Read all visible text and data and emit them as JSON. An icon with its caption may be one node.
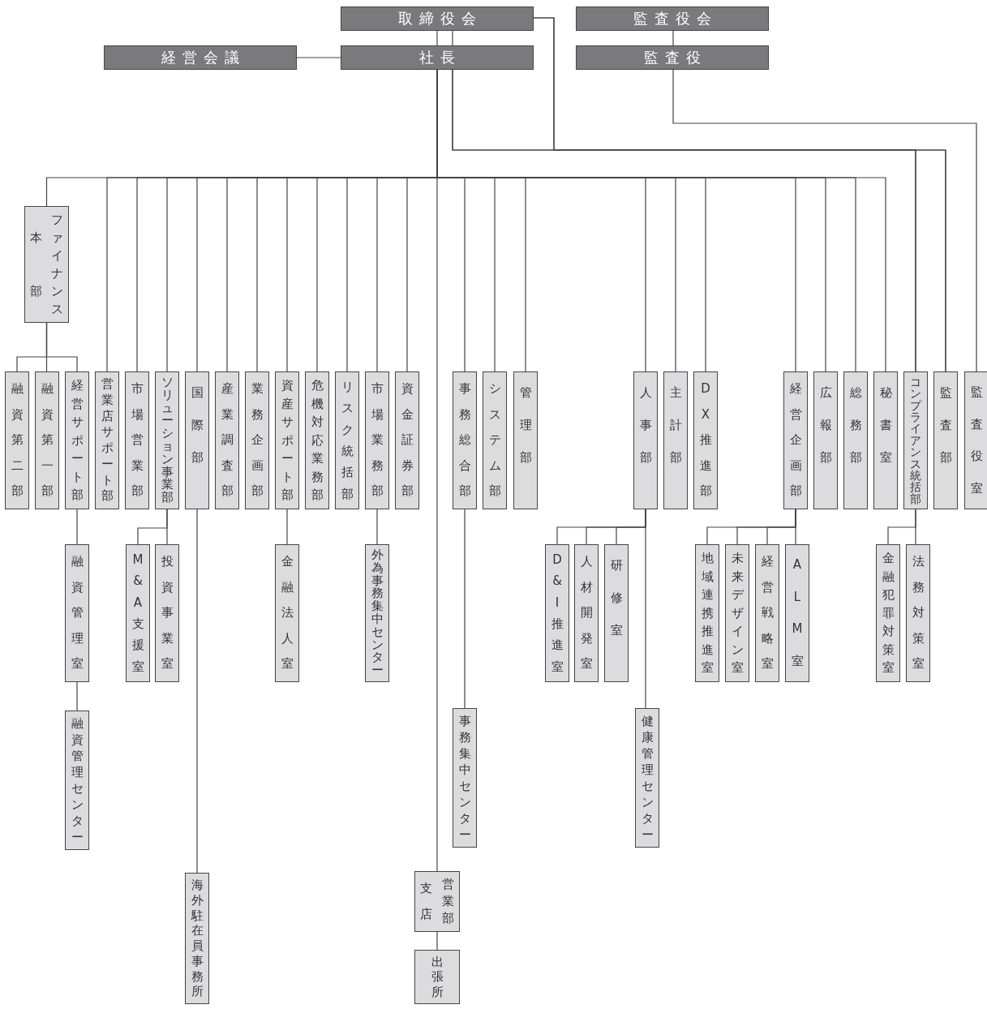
{
  "diagram": {
    "nodes": [
      {
        "text": [
          "取締役会"
        ]
      },
      {
        "text": [
          "監査役会"
        ]
      },
      {
        "text": [
          "経営会議"
        ]
      },
      {
        "text": [
          "社長"
        ]
      },
      {
        "text": [
          "監査役"
        ]
      },
      {
        "text": [
          "本部",
          "ファイナンス"
        ]
      },
      {
        "text": [
          "融資第二部"
        ]
      },
      {
        "text": [
          "融資第一部"
        ]
      },
      {
        "text": [
          "経営サポート部"
        ]
      },
      {
        "text": [
          "営業店サポート部"
        ]
      },
      {
        "text": [
          "市場営業部"
        ]
      },
      {
        "text": [
          "ソリューション事業部"
        ]
      },
      {
        "text": [
          "国際部"
        ]
      },
      {
        "text": [
          "産業調査部"
        ]
      },
      {
        "text": [
          "業務企画部"
        ]
      },
      {
        "text": [
          "資産サポート部"
        ]
      },
      {
        "text": [
          "危機対応業務部"
        ]
      },
      {
        "text": [
          "リスク統括部"
        ]
      },
      {
        "text": [
          "市場業務部"
        ]
      },
      {
        "text": [
          "資金証券部"
        ]
      },
      {
        "text": [
          "事務総合部"
        ]
      },
      {
        "text": [
          "システム部"
        ]
      },
      {
        "text": [
          "管理部"
        ]
      },
      {
        "text": [
          "人事部"
        ]
      },
      {
        "text": [
          "主計部"
        ]
      },
      {
        "text": [
          "DX推進部"
        ]
      },
      {
        "text": [
          "経営企画部"
        ]
      },
      {
        "text": [
          "広報部"
        ]
      },
      {
        "text": [
          "総務部"
        ]
      },
      {
        "text": [
          "秘書室"
        ]
      },
      {
        "text": [
          "コンプライアンス統括部"
        ]
      },
      {
        "text": [
          "監査部"
        ]
      },
      {
        "text": [
          "監査役室"
        ]
      },
      {
        "text": [
          "融資管理室"
        ]
      },
      {
        "text": [
          "M&A支援室"
        ]
      },
      {
        "text": [
          "投資事業室"
        ]
      },
      {
        "text": [
          "金融法人室"
        ]
      },
      {
        "text": [
          "外為事務集中センター"
        ]
      },
      {
        "text": [
          "D&I推進室"
        ]
      },
      {
        "text": [
          "人材開発室"
        ]
      },
      {
        "text": [
          "研修室"
        ]
      },
      {
        "text": [
          "地域連携推進室"
        ]
      },
      {
        "text": [
          "未来デザイン室"
        ]
      },
      {
        "text": [
          "経営戦略室"
        ]
      },
      {
        "text": [
          "ALM室"
        ]
      },
      {
        "text": [
          "金融犯罪対策室"
        ]
      },
      {
        "text": [
          "法務対策室"
        ]
      },
      {
        "text": [
          "融資管理センター"
        ]
      },
      {
        "text": [
          "事務集中センター"
        ]
      },
      {
        "text": [
          "健康管理センター"
        ]
      },
      {
        "text": [
          "海外駐在員事務所"
        ]
      },
      {
        "text": [
          "支店",
          "営業部"
        ]
      },
      {
        "text": [
          "出張所"
        ]
      }
    ],
    "edges": [
      {
        "from": 0,
        "to": 3,
        "arrow": "none"
      },
      {
        "from": 0,
        "to": 3,
        "arrow": "none"
      },
      {
        "from": 2,
        "to": 3,
        "arrow": "none"
      },
      {
        "from": 1,
        "to": 4,
        "arrow": "none"
      },
      {
        "from": 3,
        "to": 51,
        "arrow": "none"
      },
      {
        "from": 3,
        "to": 30,
        "arrow": "none"
      },
      {
        "from": 3,
        "to": 31,
        "arrow": "none"
      },
      {
        "from": 0,
        "to": 30,
        "arrow": "none"
      },
      {
        "from": 0,
        "to": 31,
        "arrow": "none"
      },
      {
        "from": 4,
        "to": 32,
        "arrow": "none"
      },
      {
        "from": 3,
        "to": 5,
        "arrow": "none"
      },
      {
        "from": 3,
        "to": 9,
        "arrow": "none"
      },
      {
        "from": 3,
        "to": 10,
        "arrow": "none"
      },
      {
        "from": 3,
        "to": 11,
        "arrow": "none"
      },
      {
        "from": 3,
        "to": 12,
        "arrow": "none"
      },
      {
        "from": 3,
        "to": 13,
        "arrow": "none"
      },
      {
        "from": 3,
        "to": 14,
        "arrow": "none"
      },
      {
        "from": 3,
        "to": 15,
        "arrow": "none"
      },
      {
        "from": 3,
        "to": 16,
        "arrow": "none"
      },
      {
        "from": 3,
        "to": 17,
        "arrow": "none"
      },
      {
        "from": 3,
        "to": 18,
        "arrow": "none"
      },
      {
        "from": 3,
        "to": 19,
        "arrow": "none"
      },
      {
        "from": 3,
        "to": 20,
        "arrow": "none"
      },
      {
        "from": 3,
        "to": 21,
        "arrow": "none"
      },
      {
        "from": 3,
        "to": 22,
        "arrow": "none"
      },
      {
        "from": 3,
        "to": 23,
        "arrow": "none"
      },
      {
        "from": 3,
        "to": 24,
        "arrow": "none"
      },
      {
        "from": 3,
        "to": 25,
        "arrow": "none"
      },
      {
        "from": 3,
        "to": 26,
        "arrow": "none"
      },
      {
        "from": 3,
        "to": 27,
        "arrow": "none"
      },
      {
        "from": 3,
        "to": 28,
        "arrow": "none"
      },
      {
        "from": 3,
        "to": 29,
        "arrow": "none"
      },
      {
        "from": 5,
        "to": 6,
        "arrow": "none"
      },
      {
        "from": 5,
        "to": 7,
        "arrow": "none"
      },
      {
        "from": 5,
        "to": 8,
        "arrow": "none"
      },
      {
        "from": 8,
        "to": 33,
        "arrow": "none"
      },
      {
        "from": 33,
        "to": 47,
        "arrow": "none"
      },
      {
        "from": 11,
        "to": 34,
        "arrow": "none"
      },
      {
        "from": 11,
        "to": 35,
        "arrow": "none"
      },
      {
        "from": 12,
        "to": 50,
        "arrow": "none"
      },
      {
        "from": 15,
        "to": 36,
        "arrow": "none"
      },
      {
        "from": 18,
        "to": 37,
        "arrow": "none"
      },
      {
        "from": 20,
        "to": 48,
        "arrow": "none"
      },
      {
        "from": 23,
        "to": 38,
        "arrow": "none"
      },
      {
        "from": 23,
        "to": 39,
        "arrow": "none"
      },
      {
        "from": 23,
        "to": 40,
        "arrow": "none"
      },
      {
        "from": 23,
        "to": 49,
        "arrow": "none"
      },
      {
        "from": 26,
        "to": 41,
        "arrow": "none"
      },
      {
        "from": 26,
        "to": 42,
        "arrow": "none"
      },
      {
        "from": 26,
        "to": 43,
        "arrow": "none"
      },
      {
        "from": 26,
        "to": 44,
        "arrow": "none"
      },
      {
        "from": 30,
        "to": 45,
        "arrow": "none"
      },
      {
        "from": 30,
        "to": 46,
        "arrow": "none"
      },
      {
        "from": 51,
        "to": 52,
        "arrow": "none"
      }
    ]
  }
}
